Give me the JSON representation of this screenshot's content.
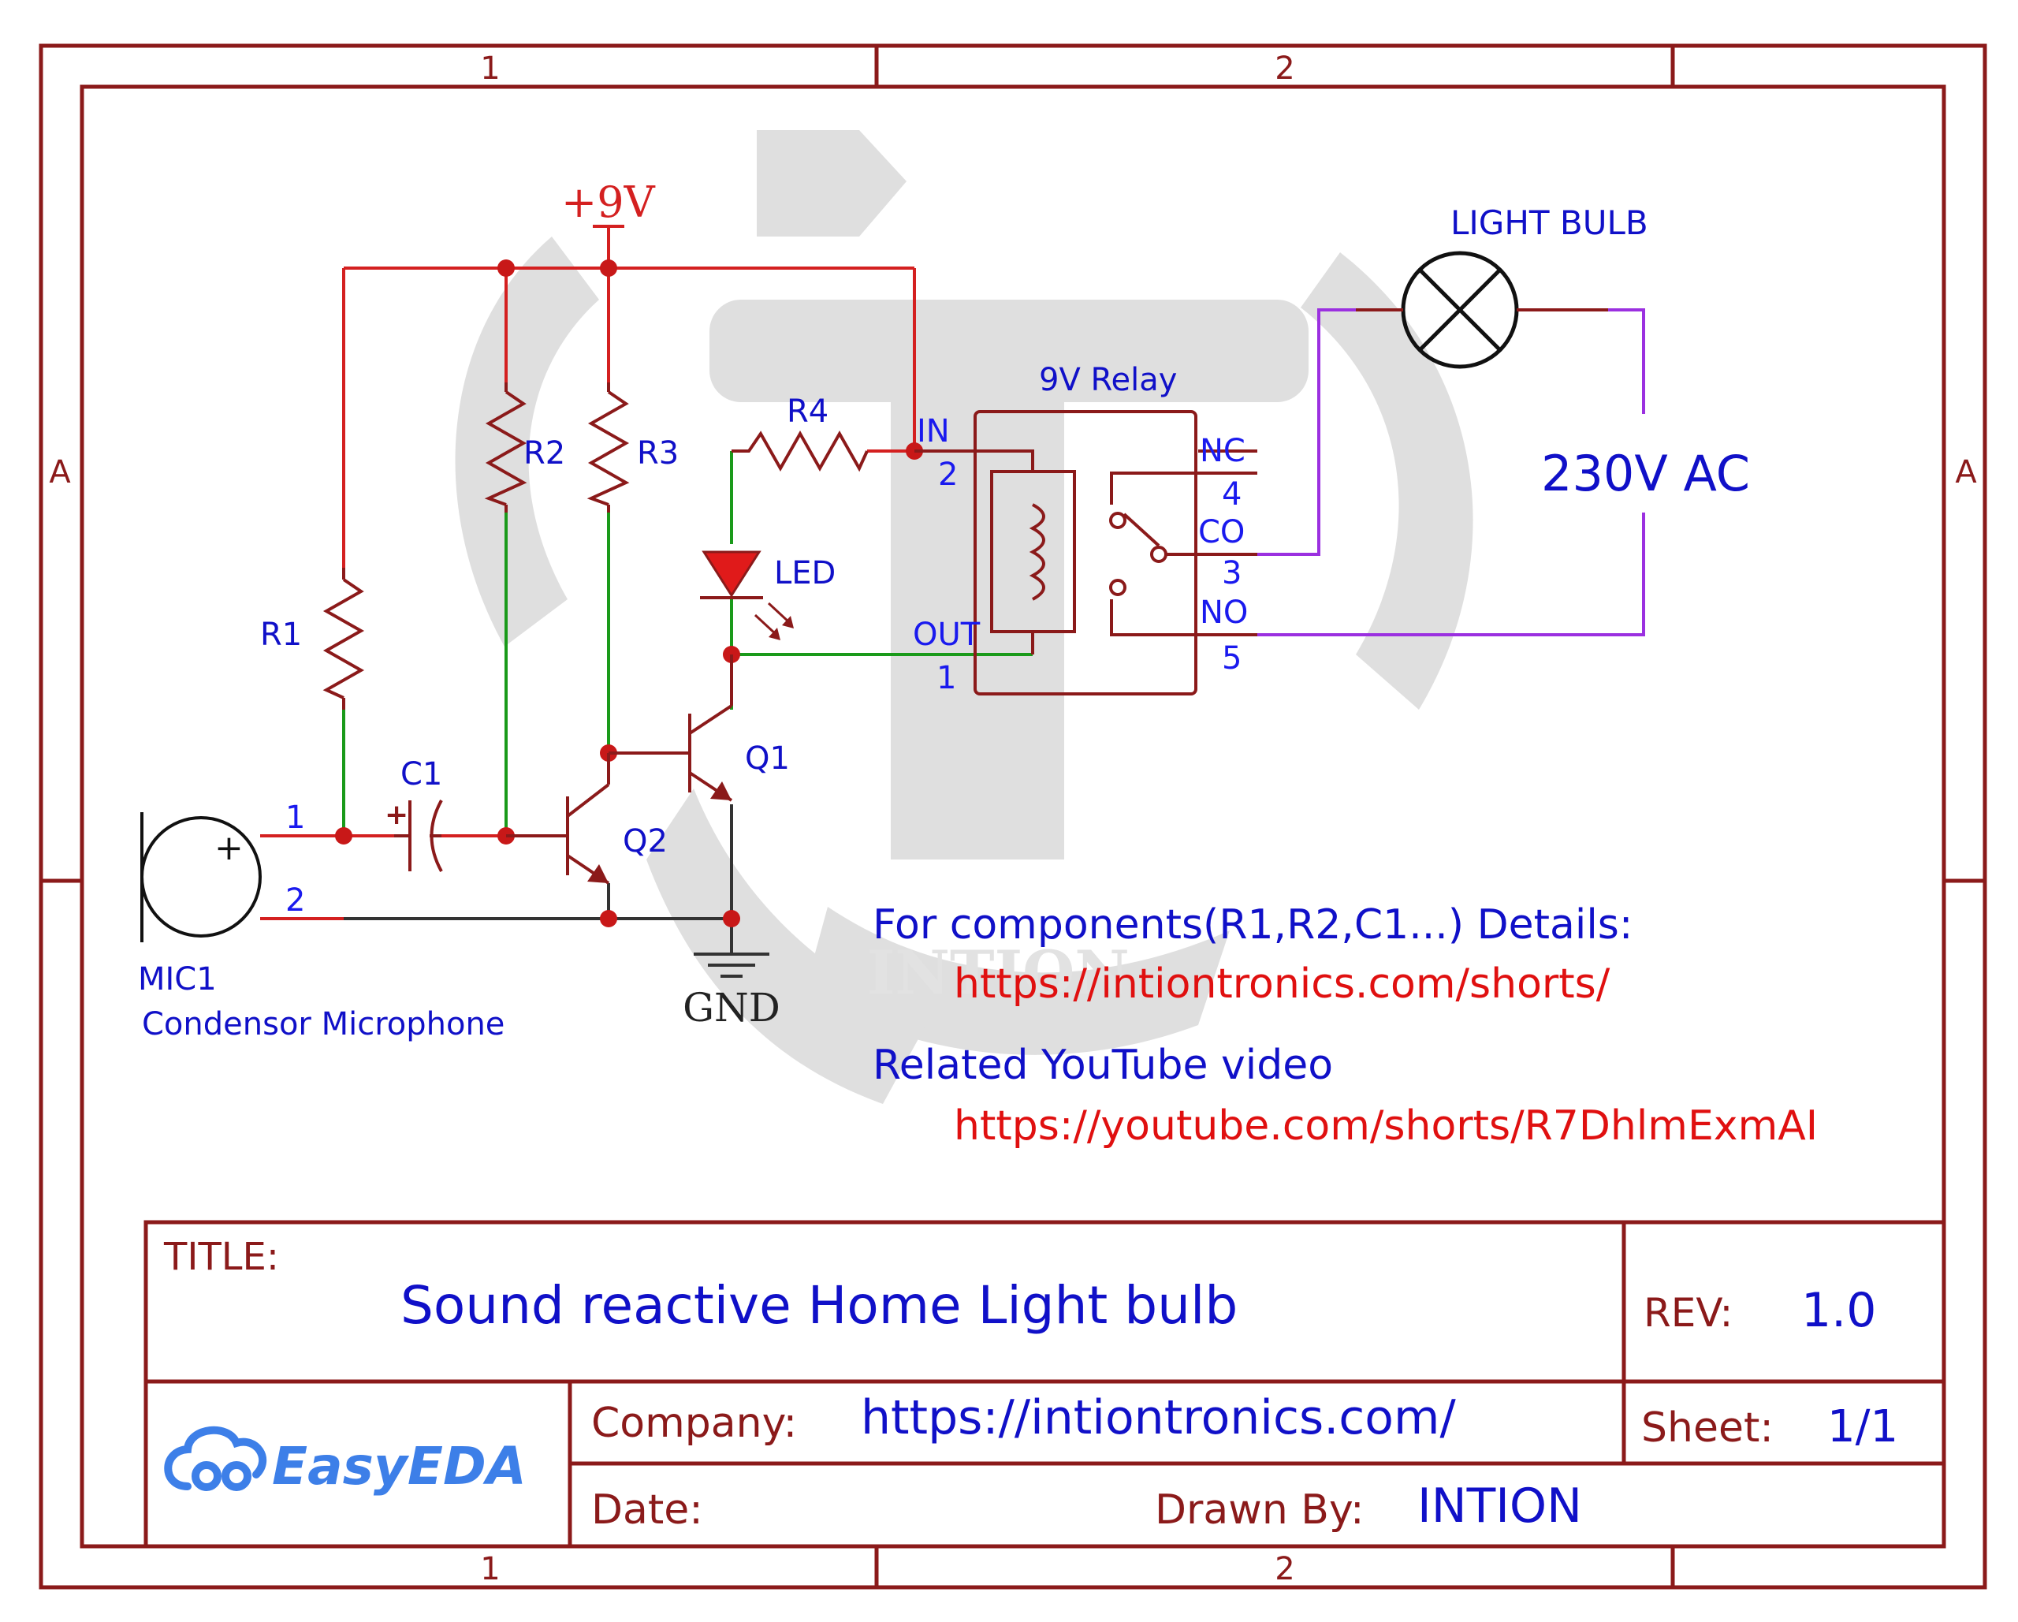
{
  "frame": {
    "col_top": [
      "1",
      "2"
    ],
    "col_bottom": [
      "1",
      "2"
    ],
    "row_left": "A",
    "row_right": "A"
  },
  "watermark": {
    "text": "INTION"
  },
  "power": {
    "vcc": "+9V",
    "gnd": "GND"
  },
  "components": {
    "r1": "R1",
    "r2": "R2",
    "r3": "R3",
    "r4": "R4",
    "c1": "C1",
    "c1_plus": "+",
    "q1": "Q1",
    "q2": "Q2",
    "led": "LED",
    "mic_id": "MIC1",
    "mic_desc": "Condensor Microphone",
    "mic_plus": "+",
    "mic_pin1": "1",
    "mic_pin2": "2"
  },
  "relay": {
    "title": "9V Relay",
    "in_label": "IN",
    "in_pin": "2",
    "out_label": "OUT",
    "out_pin": "1",
    "nc_label": "NC",
    "nc_pin": "4",
    "co_label": "CO",
    "co_pin": "3",
    "no_label": "NO",
    "no_pin": "5"
  },
  "load": {
    "bulb": "LIGHT BULB",
    "ac": "230V AC"
  },
  "notes": {
    "components_heading": "For components(R1,R2,C1...) Details:",
    "components_url": "https://intiontronics.com/shorts/",
    "video_heading": "Related YouTube video",
    "video_url": "https://youtube.com/shorts/R7DhlmExmAI"
  },
  "title_block": {
    "title_label": "TITLE:",
    "title": "Sound reactive Home Light bulb",
    "rev_label": "REV:",
    "rev": "1.0",
    "logo": "EasyEDA",
    "company_label": "Company:",
    "company": "https://intiontronics.com/",
    "sheet_label": "Sheet:",
    "sheet": "1/1",
    "date_label": "Date:",
    "drawn_label": "Drawn By:",
    "drawn": "INTION"
  },
  "colors": {
    "frame": "#8b1a1a",
    "wire_red": "#d42020",
    "wire_green": "#1a9a1a",
    "wire_purple": "#9b30e0",
    "symbol": "#8b1a1a",
    "label_blue": "#1010c8",
    "pin_blue": "#1a1aee",
    "url_red": "#e01010",
    "watermark": "#d7d7d7"
  }
}
